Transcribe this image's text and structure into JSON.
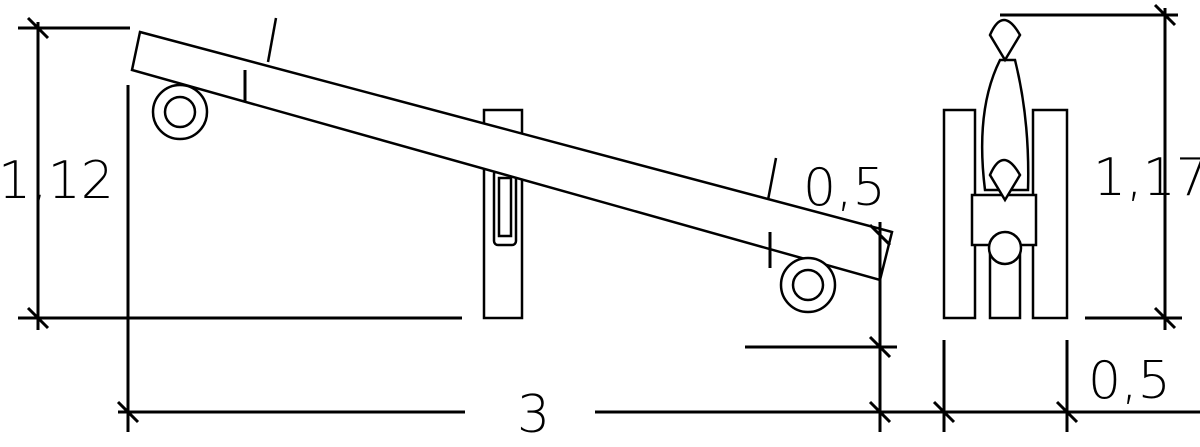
{
  "dimensions": {
    "seat_height": "1,12",
    "end_gap": "0,5",
    "length": "3",
    "side_height": "1,17",
    "side_clearance": "0,5"
  }
}
